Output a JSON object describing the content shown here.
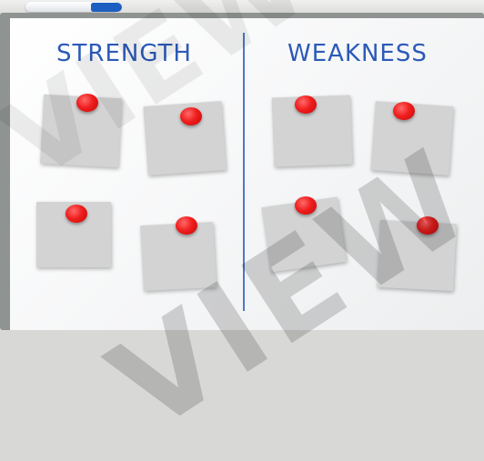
{
  "board": {
    "left_heading": "STRENGTH",
    "right_heading": "WEAKNESS"
  },
  "watermark": "VIEW",
  "colors": {
    "heading_ink": "#2c5ab8",
    "divider_line": "#4e78c6",
    "sticky_note": "#d3d3d3",
    "pin": "#f01e1e",
    "marker_cap": "#1d5fc0"
  },
  "notes": {
    "left_count": 4,
    "right_count": 4
  }
}
